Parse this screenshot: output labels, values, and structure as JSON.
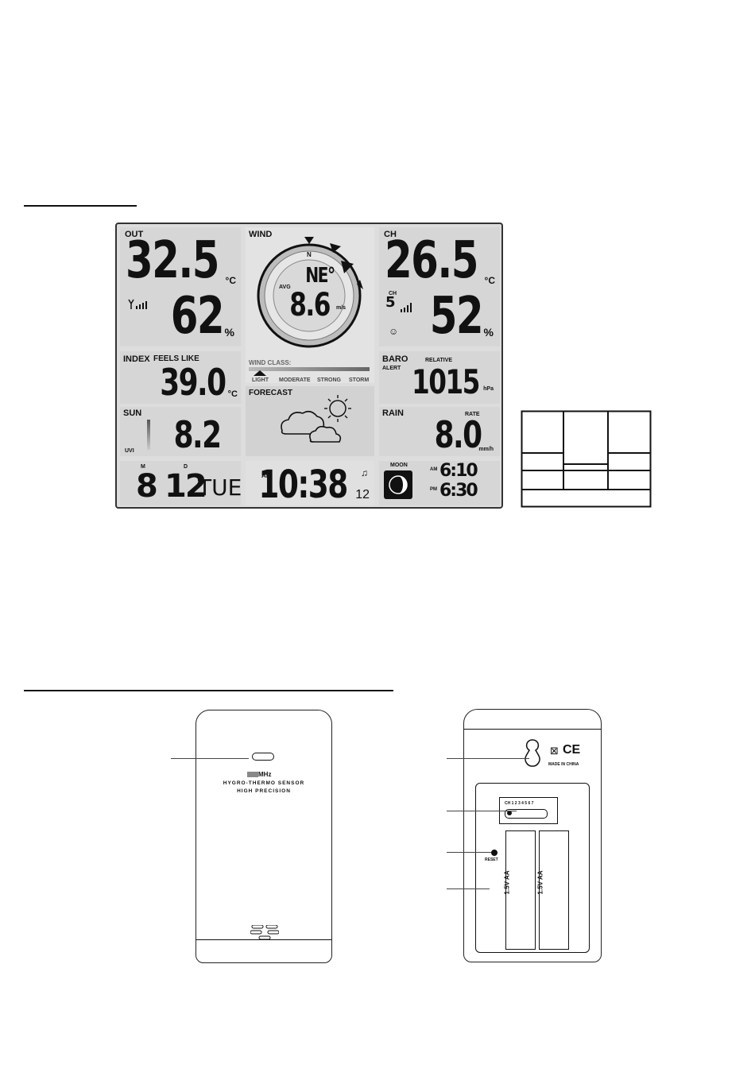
{
  "lcd": {
    "out": {
      "label": "OUT",
      "temp": "32.5",
      "temp_unit": "°C",
      "hum": "62",
      "hum_unit": "%"
    },
    "wind": {
      "label": "WIND",
      "north": "N",
      "direction": "NE°",
      "avg": "AVG",
      "speed": "8.6",
      "unit": "m/s",
      "class_label": "WIND CLASS:",
      "classes": [
        "LIGHT",
        "MODERATE",
        "STRONG",
        "STORM"
      ]
    },
    "ch": {
      "label": "CH",
      "temp": "26.5",
      "temp_unit": "°C",
      "channel": "5",
      "ch_tag": "CH",
      "hum": "52",
      "hum_unit": "%"
    },
    "index": {
      "label": "INDEX",
      "feels": "FEELS LIKE",
      "value": "39.0",
      "unit": "°C"
    },
    "baro": {
      "label": "BARO",
      "alert": "ALERT",
      "relative": "RELATIVE",
      "value": "1015",
      "unit": "hPa"
    },
    "forecast": {
      "label": "FORECAST"
    },
    "sun": {
      "label": "SUN",
      "value": "8.2",
      "uvi": "UVI"
    },
    "rain": {
      "label": "RAIN",
      "rate": "RATE",
      "value": "8.0",
      "unit": "mm/h"
    },
    "date": {
      "m": "M",
      "d": "D",
      "month": "8",
      "day": "12",
      "weekday": "TUE"
    },
    "time": {
      "ampm": "AM",
      "value": "10:38",
      "seconds": "12"
    },
    "moon": {
      "label": "MOON",
      "am": "AM",
      "pm": "PM",
      "sunrise": "6:10",
      "sunset": "6:30"
    }
  },
  "sensor_front": {
    "freq": "MHz",
    "line1": "HYGRO-THERMO SENSOR",
    "line2": "HIGH PRECISION"
  },
  "sensor_back": {
    "made_in": "MADE IN CHINA",
    "ce": "CE",
    "ch_label": "CH",
    "ch_numbers": "1 2 3 4 5 6 7",
    "reset": "RESET",
    "battery1": "1.5V AA",
    "battery2": "1.5V AA"
  },
  "colors": {
    "lcd_bg": "#d6d6d6",
    "ink": "#111111"
  }
}
